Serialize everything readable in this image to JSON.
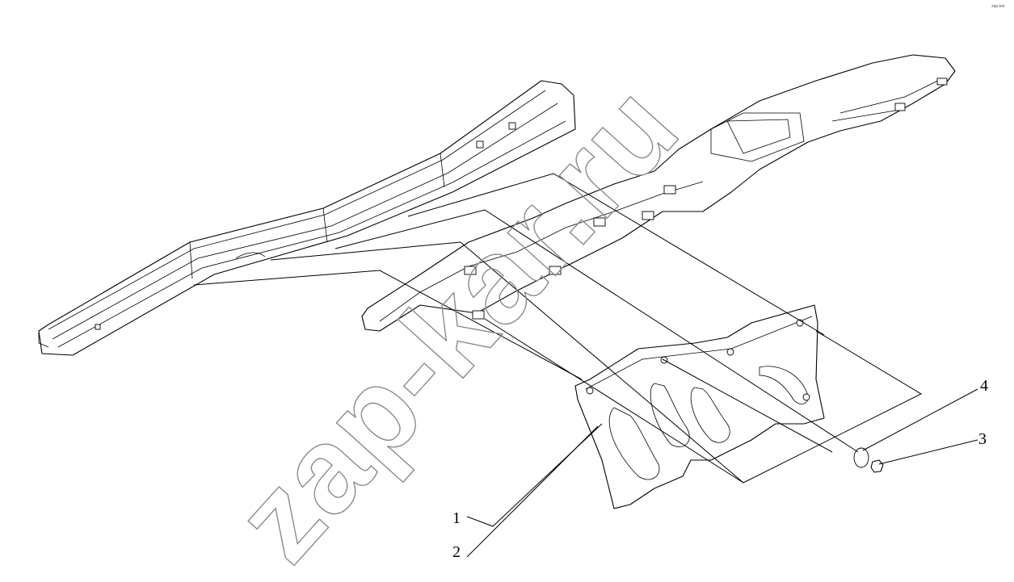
{
  "corner_text": "zap-kar",
  "watermark": "zap-kar.ru",
  "callouts": [
    {
      "label": "1"
    },
    {
      "label": "2"
    },
    {
      "label": "3"
    },
    {
      "label": "4"
    }
  ],
  "colors": {
    "line": "#000000",
    "watermark": "#8a8a8a",
    "background": "#ffffff"
  }
}
